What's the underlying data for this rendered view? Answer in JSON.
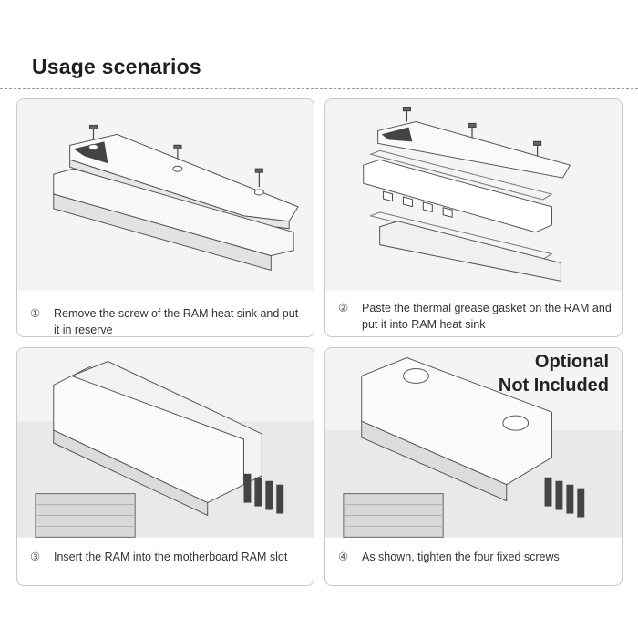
{
  "page": {
    "title": "Usage scenarios"
  },
  "steps": [
    {
      "number": "①",
      "text": "Remove the screw of the RAM heat  sink and put it in reserve"
    },
    {
      "number": "②",
      "text": "Paste the thermal grease gasket on the RAM and put it into RAM heat sink"
    },
    {
      "number": "③",
      "text": "Insert the RAM into the motherboard RAM slot"
    },
    {
      "number": "④",
      "text": "As shown, tighten the four fixed screws"
    }
  ],
  "optional_note": {
    "line1": "Optional",
    "line2": "Not Included"
  },
  "colors": {
    "panel_border": "#c8c8c8",
    "illustration_bg": "#f4f4f4",
    "title": "#1f1f1f"
  }
}
